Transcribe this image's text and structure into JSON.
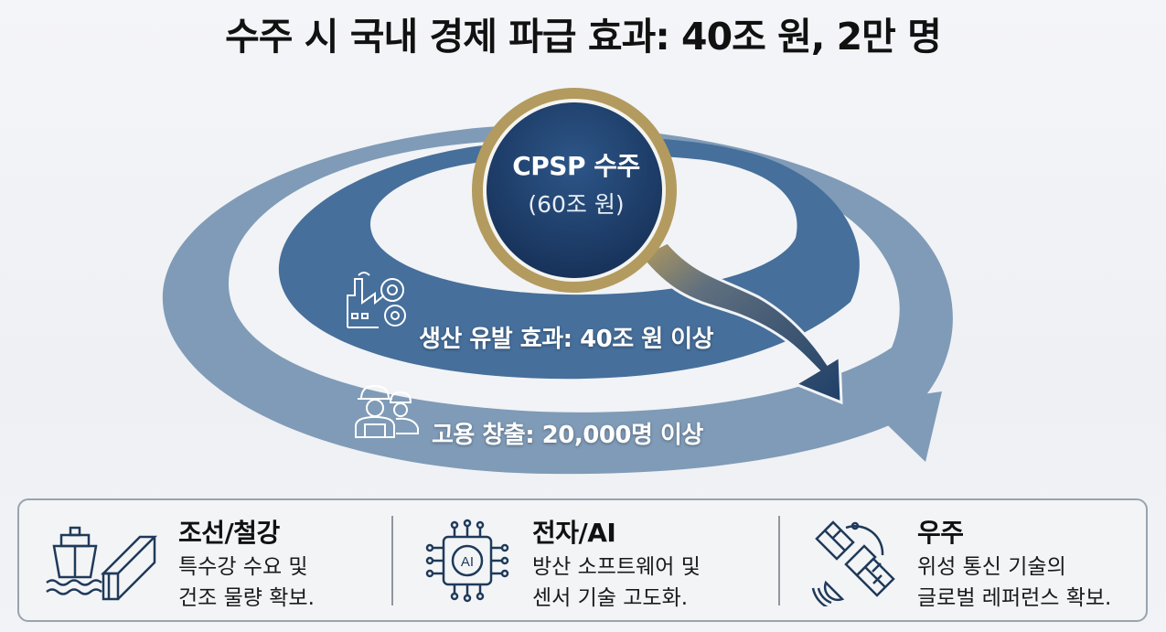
{
  "title": "수주 시 국내 경제 파급 효과: 40조 원, 2만 명",
  "center": {
    "line1": "CPSP 수주",
    "line2": "(60조 원)"
  },
  "rings": {
    "inner": {
      "icon": "factory-gear-icon",
      "label": "생산 유발 효과: 40조 원 이상"
    },
    "outer": {
      "icon": "workers-icon",
      "label": "고용 창출: 20,000명 이상"
    }
  },
  "sectors": [
    {
      "icon": "ship-steel-icon",
      "title": "조선/철강",
      "desc_line1": "특수강 수요 및",
      "desc_line2": "건조 물량 확보."
    },
    {
      "icon": "ai-chip-icon",
      "title": "전자/AI",
      "desc_line1": "방산 소프트웨어 및",
      "desc_line2": "센서 기술 고도화."
    },
    {
      "icon": "satellite-icon",
      "title": "우주",
      "desc_line1": "위성 통신 기술의",
      "desc_line2": "글로벌 레퍼런스 확보."
    }
  ],
  "colors": {
    "inner_ring": "#466f9b",
    "outer_ring": "#7f9bb7",
    "center_fill": "#1f3e66",
    "gold_ring": "#b39a5e",
    "arrow_dark": "#24456f"
  }
}
